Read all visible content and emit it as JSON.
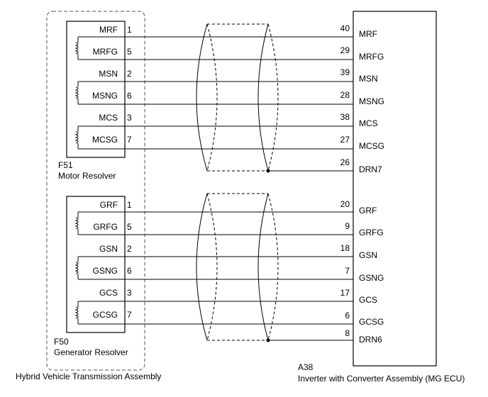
{
  "assembly_label": "Hybrid Vehicle Transmission Assembly",
  "ecu": {
    "connector": "A38",
    "name": "Inverter with Converter Assembly (MG ECU)"
  },
  "resolvers": [
    {
      "connector": "F51",
      "name": "Motor Resolver",
      "signals": [
        {
          "name": "MRF",
          "pin": "1",
          "ecu_pin": "40",
          "ecu_name": "MRF"
        },
        {
          "name": "MRFG",
          "pin": "5",
          "ecu_pin": "29",
          "ecu_name": "MRFG"
        },
        {
          "name": "MSN",
          "pin": "2",
          "ecu_pin": "39",
          "ecu_name": "MSN"
        },
        {
          "name": "MSNG",
          "pin": "6",
          "ecu_pin": "28",
          "ecu_name": "MSNG"
        },
        {
          "name": "MCS",
          "pin": "3",
          "ecu_pin": "38",
          "ecu_name": "MCS"
        },
        {
          "name": "MCSG",
          "pin": "7",
          "ecu_pin": "27",
          "ecu_name": "MCSG"
        }
      ],
      "drain": {
        "ecu_pin": "26",
        "ecu_name": "DRN7"
      }
    },
    {
      "connector": "F50",
      "name": "Generator Resolver",
      "signals": [
        {
          "name": "GRF",
          "pin": "1",
          "ecu_pin": "20",
          "ecu_name": "GRF"
        },
        {
          "name": "GRFG",
          "pin": "5",
          "ecu_pin": "9",
          "ecu_name": "GRFG"
        },
        {
          "name": "GSN",
          "pin": "2",
          "ecu_pin": "18",
          "ecu_name": "GSN"
        },
        {
          "name": "GSNG",
          "pin": "6",
          "ecu_pin": "7",
          "ecu_name": "GSNG"
        },
        {
          "name": "GCS",
          "pin": "3",
          "ecu_pin": "17",
          "ecu_name": "GCS"
        },
        {
          "name": "GCSG",
          "pin": "7",
          "ecu_pin": "6",
          "ecu_name": "GCSG"
        }
      ],
      "drain": {
        "ecu_pin": "8",
        "ecu_name": "DRN6"
      }
    }
  ]
}
